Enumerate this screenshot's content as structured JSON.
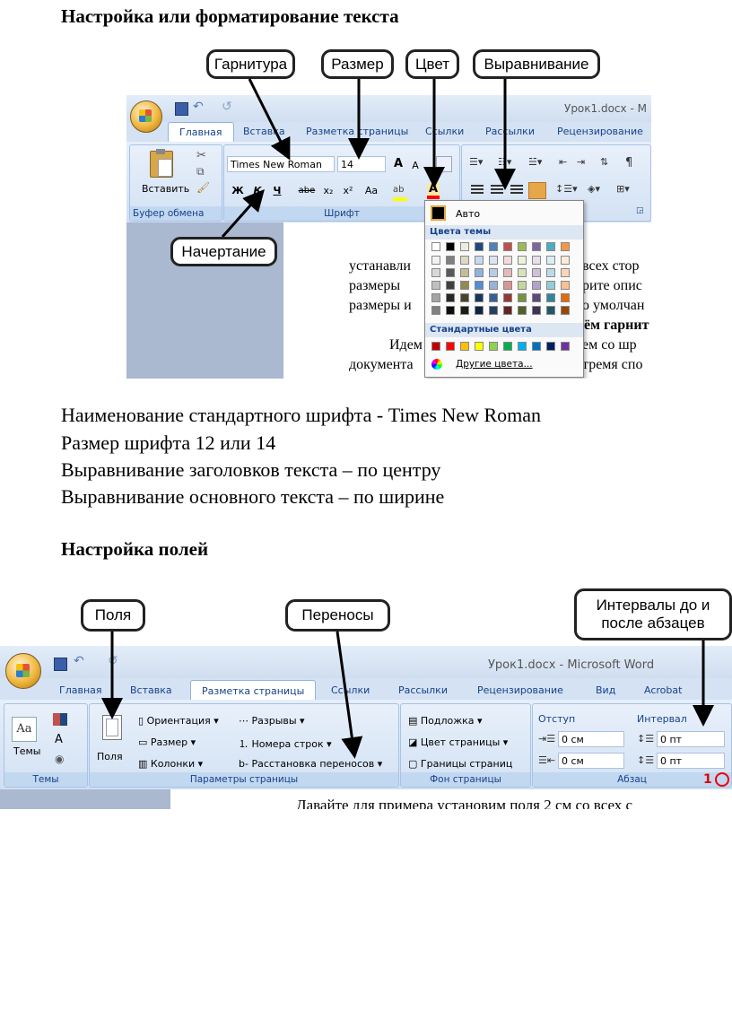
{
  "heading1": "Настройка или форматирование текста",
  "heading2": "Настройка полей",
  "body_lines": [
    "Наименование стандартного шрифта - Times New Roman",
    "Размер шрифта 12 или 14",
    "Выравнивание заголовков текста – по центру",
    "Выравнивание основного текста – по ширине"
  ],
  "shot1": {
    "callouts": {
      "font": "Гарнитура",
      "size": "Размер",
      "color": "Цвет",
      "align": "Выравнивание",
      "style": "Начертание"
    },
    "title": "Урок1.docx - М",
    "tabs": [
      "Главная",
      "Вставка",
      "Разметка страницы",
      "Ссылки",
      "Рассылки",
      "Рецензирование"
    ],
    "paste_label": "Вставить",
    "clipboard_label": "Буфер обмена",
    "font_group_label": "Шрифт",
    "font_name": "Times New Roman",
    "font_size": "14",
    "format_buttons": [
      "Ж",
      "К",
      "Ч",
      "abe",
      "x₂",
      "x²",
      "Aa"
    ],
    "grow_font": "A",
    "shrink_font": "A",
    "color_menu": {
      "auto": "Авто",
      "theme_colors": "Цвета темы",
      "standard_colors": "Стандартные цвета",
      "more_colors": "Другие цвета..."
    },
    "theme_top_row": [
      "#ffffff",
      "#000000",
      "#eeece1",
      "#1f497d",
      "#4f81bd",
      "#c0504d",
      "#9bbb59",
      "#8064a2",
      "#4bacc6",
      "#f79646"
    ],
    "theme_shades": [
      [
        "#f2f2f2",
        "#7f7f7f",
        "#ddd9c3",
        "#c6d9f0",
        "#dbe5f1",
        "#f2dcdb",
        "#ebf1dd",
        "#e5e0ec",
        "#dbeef3",
        "#fdeada"
      ],
      [
        "#d8d8d8",
        "#595959",
        "#c4bd97",
        "#8db3e2",
        "#b8cce4",
        "#e5b9b7",
        "#d7e3bc",
        "#ccc1d9",
        "#b7dde8",
        "#fbd5b5"
      ],
      [
        "#bfbfbf",
        "#3f3f3f",
        "#938953",
        "#548dd4",
        "#95b3d7",
        "#d99694",
        "#c3d69b",
        "#b2a2c7",
        "#92cddc",
        "#fac08f"
      ],
      [
        "#a5a5a5",
        "#262626",
        "#494429",
        "#17365d",
        "#366092",
        "#953734",
        "#76923c",
        "#5f497a",
        "#31859b",
        "#e36c09"
      ],
      [
        "#7f7f7f",
        "#0c0c0c",
        "#1d1b10",
        "#0f243e",
        "#244061",
        "#632423",
        "#4f6128",
        "#3f3151",
        "#205867",
        "#974806"
      ]
    ],
    "standard_row": [
      "#c00000",
      "#ff0000",
      "#ffc000",
      "#ffff00",
      "#92d050",
      "#00b050",
      "#00b0f0",
      "#0070c0",
      "#002060",
      "#7030a0"
    ],
    "page_lines": [
      "устанавли",
      "всех стор",
      "размеры",
      "рите опис",
      "размеры и",
      "о умолчан",
      "ём гарнит",
      "Идем",
      "ем со шр",
      "документа",
      "тремя спо"
    ]
  },
  "shot2": {
    "callouts": {
      "margins": "Поля",
      "hyphen": "Переносы",
      "spacing": "Интервалы до и после абзацев"
    },
    "title": "Урок1.docx - Microsoft Word",
    "tabs": [
      "Главная",
      "Вставка",
      "Разметка страницы",
      "Ссылки",
      "Рассылки",
      "Рецензирование",
      "Вид",
      "Acrobat"
    ],
    "themes_label": "Темы",
    "themes_group": "Темы",
    "margins_button": "Поля",
    "page_setup_items": [
      "Ориентация",
      "Размер",
      "Колонки"
    ],
    "page_setup_items2": [
      "Разрывы",
      "Номера строк",
      "Расстановка переносов"
    ],
    "page_setup_group": "Параметры страницы",
    "background_items": [
      "Подложка",
      "Цвет страницы",
      "Границы страниц"
    ],
    "background_group": "Фон страницы",
    "indent_label": "Отступ",
    "spacing_label": "Интервал",
    "indent_values": [
      "0 см",
      "0 см"
    ],
    "spacing_values": [
      "0 пт",
      "0 пт"
    ],
    "paragraph_group": "Абзац",
    "marker": "1",
    "page_line": "Давайте для примера установим поля 2 см со всех с"
  }
}
